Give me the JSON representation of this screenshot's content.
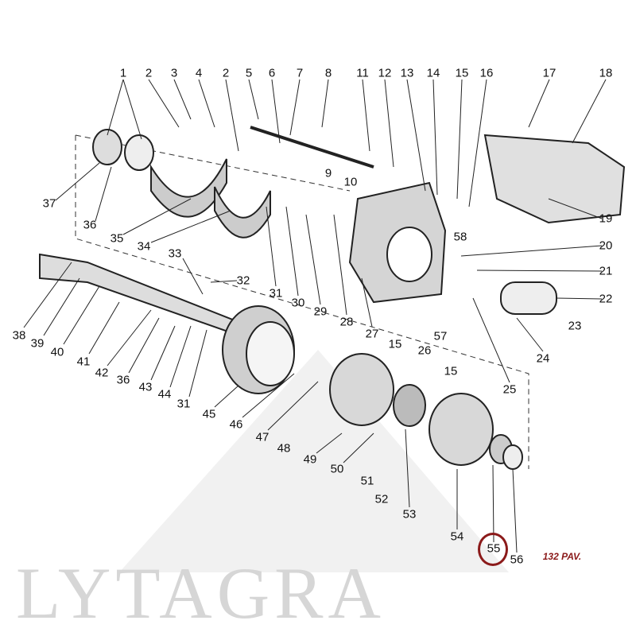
{
  "watermark": "LYTAGRA",
  "page_note": "132 PAV.",
  "highlighted_part": "55",
  "highlight_color": "#8b1a1a",
  "part_labels": [
    "1",
    "2",
    "3",
    "4",
    "2",
    "5",
    "6",
    "7",
    "8",
    "11",
    "12",
    "13",
    "14",
    "15",
    "16",
    "17",
    "18",
    "9",
    "10",
    "37",
    "36",
    "35",
    "34",
    "58",
    "19",
    "20",
    "21",
    "22",
    "23",
    "24",
    "25",
    "33",
    "32",
    "31",
    "30",
    "29",
    "28",
    "27",
    "15",
    "26",
    "57",
    "15",
    "38",
    "39",
    "40",
    "41",
    "42",
    "36",
    "43",
    "44",
    "31",
    "45",
    "46",
    "47",
    "48",
    "49",
    "50",
    "51",
    "52",
    "53",
    "54",
    "55",
    "56"
  ]
}
